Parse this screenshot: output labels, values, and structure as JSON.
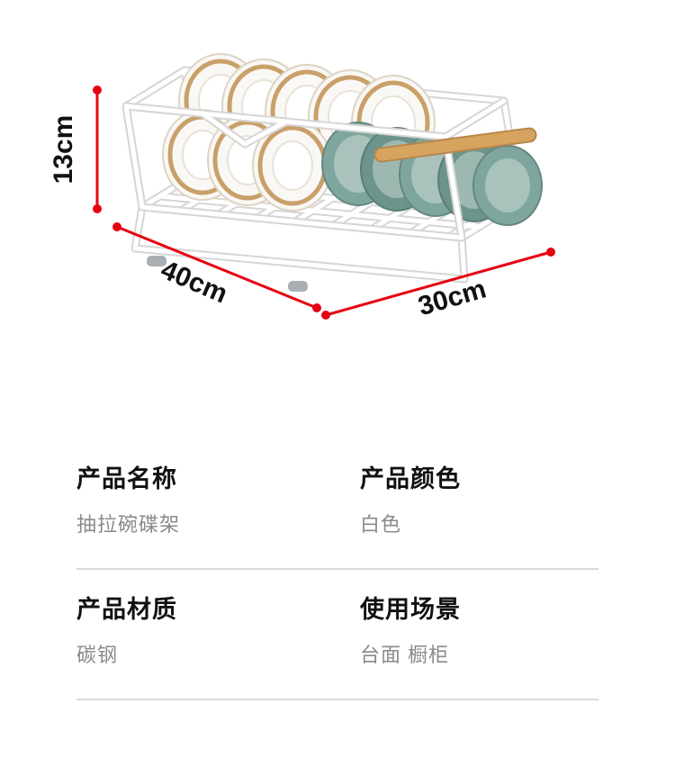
{
  "product_image": {
    "dimensions": {
      "height_label": "13cm",
      "depth_label": "40cm",
      "width_label": "30cm"
    },
    "colors": {
      "arrow_red": "#e60012",
      "rack_wire_edge": "#d9d9d9",
      "rack_wire_fill": "#ffffff",
      "plate_rim_wood": "#c9a06a",
      "bowl_teal": "#7ea69e",
      "handle_wood": "#d6a45e"
    }
  },
  "specs": {
    "rows": [
      {
        "left": {
          "label": "产品名称",
          "value": "抽拉碗碟架"
        },
        "right": {
          "label": "产品颜色",
          "value": "白色"
        }
      },
      {
        "left": {
          "label": "产品材质",
          "value": "碳钢"
        },
        "right": {
          "label": "使用场景",
          "value": "台面  橱柜"
        }
      }
    ]
  }
}
